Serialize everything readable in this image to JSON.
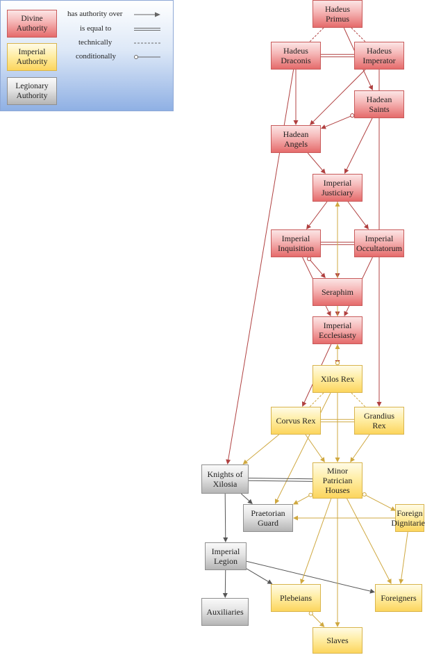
{
  "legend": {
    "categories": [
      {
        "id": "divine",
        "label": "Divine\nAuthority"
      },
      {
        "id": "imperial",
        "label": "Imperial\nAuthority"
      },
      {
        "id": "legionary",
        "label": "Legionary\nAuthority"
      }
    ],
    "relations": [
      {
        "id": "authority",
        "label": "has authority over"
      },
      {
        "id": "equal",
        "label": "is equal to"
      },
      {
        "id": "technically",
        "label": "technically"
      },
      {
        "id": "conditionally",
        "label": "conditionally"
      }
    ]
  },
  "nodes": {
    "hadeus_primus": {
      "label": "Hadeus\nPrimus",
      "category": "divine"
    },
    "hadeus_draconis": {
      "label": "Hadeus\nDraconis",
      "category": "divine"
    },
    "hadeus_imperator": {
      "label": "Hadeus\nImperator",
      "category": "divine"
    },
    "hadean_saints": {
      "label": "Hadean\nSaints",
      "category": "divine"
    },
    "hadean_angels": {
      "label": "Hadean\nAngels",
      "category": "divine"
    },
    "imperial_justiciary": {
      "label": "Imperial\nJusticiary",
      "category": "divine"
    },
    "imperial_inquisition": {
      "label": "Imperial\nInquisition",
      "category": "divine"
    },
    "imperial_occultatorum": {
      "label": "Imperial\nOccultatorum",
      "category": "divine"
    },
    "seraphim": {
      "label": "Seraphim",
      "category": "divine"
    },
    "imperial_ecclesiasty": {
      "label": "Imperial\nEcclesiasty",
      "category": "divine"
    },
    "xilos_rex": {
      "label": "Xilos Rex",
      "category": "imperial"
    },
    "corvus_rex": {
      "label": "Corvus Rex",
      "category": "imperial"
    },
    "grandius_rex": {
      "label": "Grandius\nRex",
      "category": "imperial"
    },
    "minor_patrician_houses": {
      "label": "Minor\nPatrician\nHouses",
      "category": "imperial"
    },
    "foreign_dignitaries": {
      "label": "Foreign\nDignitaries",
      "category": "imperial"
    },
    "plebeians": {
      "label": "Plebeians",
      "category": "imperial"
    },
    "foreigners": {
      "label": "Foreigners",
      "category": "imperial"
    },
    "slaves": {
      "label": "Slaves",
      "category": "imperial"
    },
    "knights_of_xilosia": {
      "label": "Knights of\nXilosia",
      "category": "legionary"
    },
    "praetorian_guard": {
      "label": "Praetorian\nGuard",
      "category": "legionary"
    },
    "imperial_legion": {
      "label": "Imperial\nLegion",
      "category": "legionary"
    },
    "auxiliaries": {
      "label": "Auxiliaries",
      "category": "legionary"
    }
  },
  "edges": [
    {
      "from": "hadeus_primus",
      "to": "hadeus_draconis",
      "type": "technically"
    },
    {
      "from": "hadeus_primus",
      "to": "hadeus_imperator",
      "type": "technically"
    },
    {
      "from": "hadeus_draconis",
      "to": "hadeus_imperator",
      "type": "equal"
    },
    {
      "from": "hadeus_primus",
      "to": "hadean_saints",
      "type": "authority"
    },
    {
      "from": "hadeus_draconis",
      "to": "hadean_angels",
      "type": "authority"
    },
    {
      "from": "hadeus_imperator",
      "to": "hadean_angels",
      "type": "authority"
    },
    {
      "from": "hadean_saints",
      "to": "hadean_angels",
      "type": "conditionally"
    },
    {
      "from": "hadean_angels",
      "to": "imperial_justiciary",
      "type": "authority"
    },
    {
      "from": "hadean_saints",
      "to": "imperial_justiciary",
      "type": "authority"
    },
    {
      "from": "imperial_justiciary",
      "to": "imperial_inquisition",
      "type": "authority"
    },
    {
      "from": "imperial_justiciary",
      "to": "imperial_occultatorum",
      "type": "authority"
    },
    {
      "from": "imperial_inquisition",
      "to": "imperial_occultatorum",
      "type": "equal"
    },
    {
      "from": "imperial_inquisition",
      "to": "seraphim",
      "type": "conditionally"
    },
    {
      "from": "imperial_justiciary",
      "to": "seraphim",
      "type": "authority"
    },
    {
      "from": "seraphim",
      "to": "imperial_ecclesiasty",
      "type": "authority"
    },
    {
      "from": "imperial_inquisition",
      "to": "imperial_ecclesiasty",
      "type": "authority"
    },
    {
      "from": "imperial_occultatorum",
      "to": "imperial_ecclesiasty",
      "type": "authority"
    },
    {
      "from": "imperial_ecclesiasty",
      "to": "xilos_rex",
      "type": "authority"
    },
    {
      "from": "imperial_ecclesiasty",
      "to": "corvus_rex",
      "type": "authority"
    },
    {
      "from": "hadeus_imperator",
      "to": "grandius_rex",
      "type": "authority"
    },
    {
      "from": "hadeus_draconis",
      "to": "knights_of_xilosia",
      "type": "authority"
    },
    {
      "from": "xilos_rex",
      "to": "imperial_ecclesiasty",
      "type": "conditionally"
    },
    {
      "from": "xilos_rex",
      "to": "corvus_rex",
      "type": "technically"
    },
    {
      "from": "xilos_rex",
      "to": "grandius_rex",
      "type": "technically"
    },
    {
      "from": "corvus_rex",
      "to": "grandius_rex",
      "type": "equal"
    },
    {
      "from": "xilos_rex",
      "to": "imperial_justiciary",
      "type": "conditionally"
    },
    {
      "from": "corvus_rex",
      "to": "knights_of_xilosia",
      "type": "authority"
    },
    {
      "from": "corvus_rex",
      "to": "minor_patrician_houses",
      "type": "authority"
    },
    {
      "from": "grandius_rex",
      "to": "minor_patrician_houses",
      "type": "authority"
    },
    {
      "from": "xilos_rex",
      "to": "minor_patrician_houses",
      "type": "authority"
    },
    {
      "from": "xilos_rex",
      "to": "praetorian_guard",
      "type": "authority"
    },
    {
      "from": "knights_of_xilosia",
      "to": "minor_patrician_houses",
      "type": "equal"
    },
    {
      "from": "minor_patrician_houses",
      "to": "praetorian_guard",
      "type": "conditionally"
    },
    {
      "from": "minor_patrician_houses",
      "to": "foreign_dignitaries",
      "type": "conditionally"
    },
    {
      "from": "foreign_dignitaries",
      "to": "praetorian_guard",
      "type": "authority"
    },
    {
      "from": "knights_of_xilosia",
      "to": "praetorian_guard",
      "type": "authority"
    },
    {
      "from": "knights_of_xilosia",
      "to": "imperial_legion",
      "type": "authority"
    },
    {
      "from": "imperial_legion",
      "to": "auxiliaries",
      "type": "authority"
    },
    {
      "from": "imperial_legion",
      "to": "plebeians",
      "type": "authority"
    },
    {
      "from": "imperial_legion",
      "to": "foreigners",
      "type": "authority"
    },
    {
      "from": "minor_patrician_houses",
      "to": "plebeians",
      "type": "authority"
    },
    {
      "from": "minor_patrician_houses",
      "to": "foreigners",
      "type": "authority"
    },
    {
      "from": "minor_patrician_houses",
      "to": "slaves",
      "type": "authority"
    },
    {
      "from": "foreign_dignitaries",
      "to": "foreigners",
      "type": "authority"
    },
    {
      "from": "plebeians",
      "to": "slaves",
      "type": "conditionally"
    }
  ],
  "colors": {
    "divine_edge": "#b04040",
    "imperial_edge": "#cfa840",
    "legionary_edge": "#555555",
    "legend_edge": "#666666"
  }
}
